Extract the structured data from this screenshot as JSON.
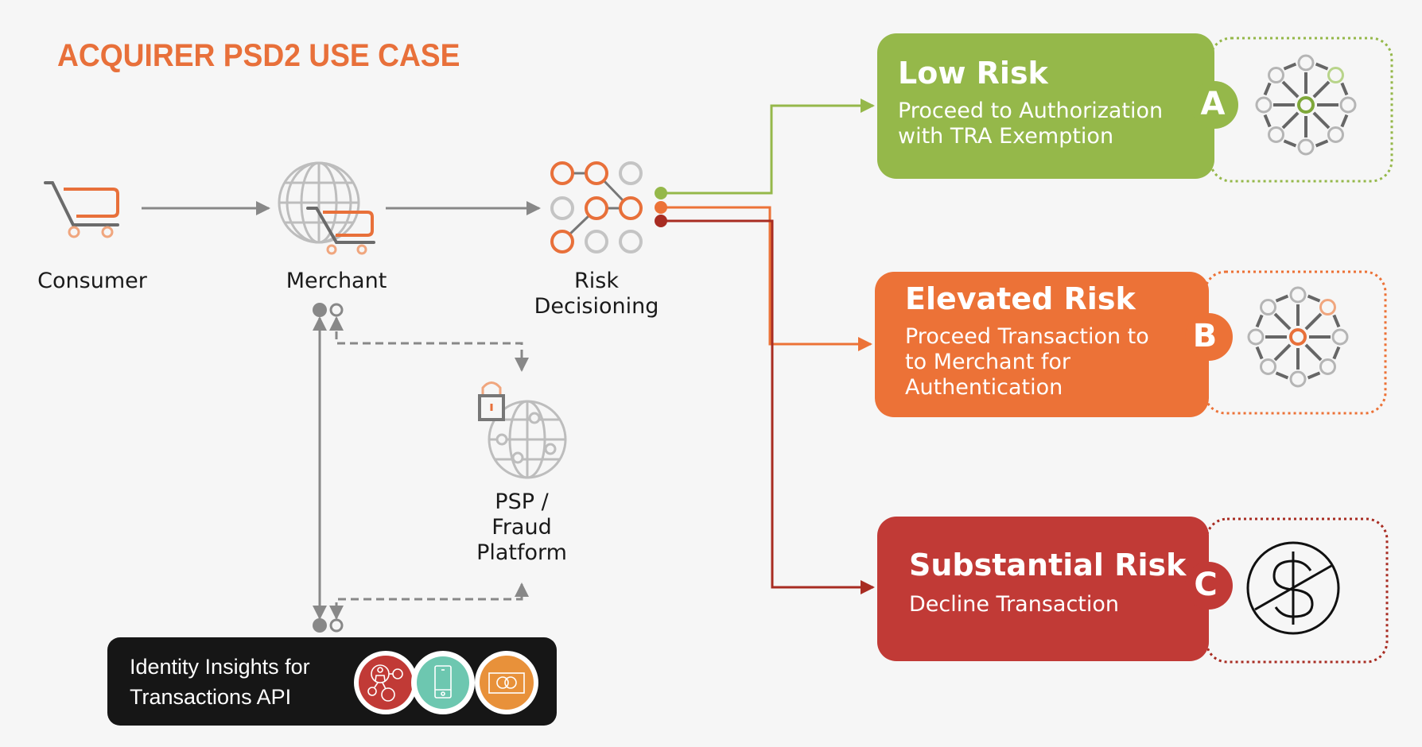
{
  "title": "ACQUIRER PSD2 USE CASE",
  "colors": {
    "accent_orange": "#E8703A",
    "low_risk_green": "#95B84A",
    "elevated_orange": "#EC7237",
    "substantial_red": "#C13A36",
    "line_red": "#A82C22",
    "gray": "#888888"
  },
  "nodes": {
    "consumer": {
      "label": "Consumer",
      "icon": "shopping-cart-icon"
    },
    "merchant": {
      "label": "Merchant",
      "icon": "globe-cart-icon"
    },
    "risk": {
      "label_line1": "Risk",
      "label_line2": "Decisioning",
      "icon": "node-network-icon"
    },
    "psp": {
      "label_line1": "PSP /",
      "label_line2": "Fraud",
      "label_line3": "Platform",
      "icon": "locked-globe-icon"
    }
  },
  "outcomes": [
    {
      "letter": "A",
      "title": "Low Risk",
      "lines": [
        "Proceed to Authorization",
        "with TRA Exemption"
      ],
      "icon": "network-hub-icon"
    },
    {
      "letter": "B",
      "title": "Elevated Risk",
      "lines": [
        "Proceed Transaction to",
        "to Merchant for",
        "Authentication"
      ],
      "icon": "network-hub-icon"
    },
    {
      "letter": "C",
      "title": "Substantial Risk",
      "lines": [
        "Decline Transaction"
      ],
      "icon": "no-money-icon"
    }
  ],
  "api": {
    "line1": "Identity Insights for",
    "line2": "Transactions API",
    "icons": [
      "identity-network-icon",
      "mobile-phone-icon",
      "credit-card-icon"
    ]
  }
}
